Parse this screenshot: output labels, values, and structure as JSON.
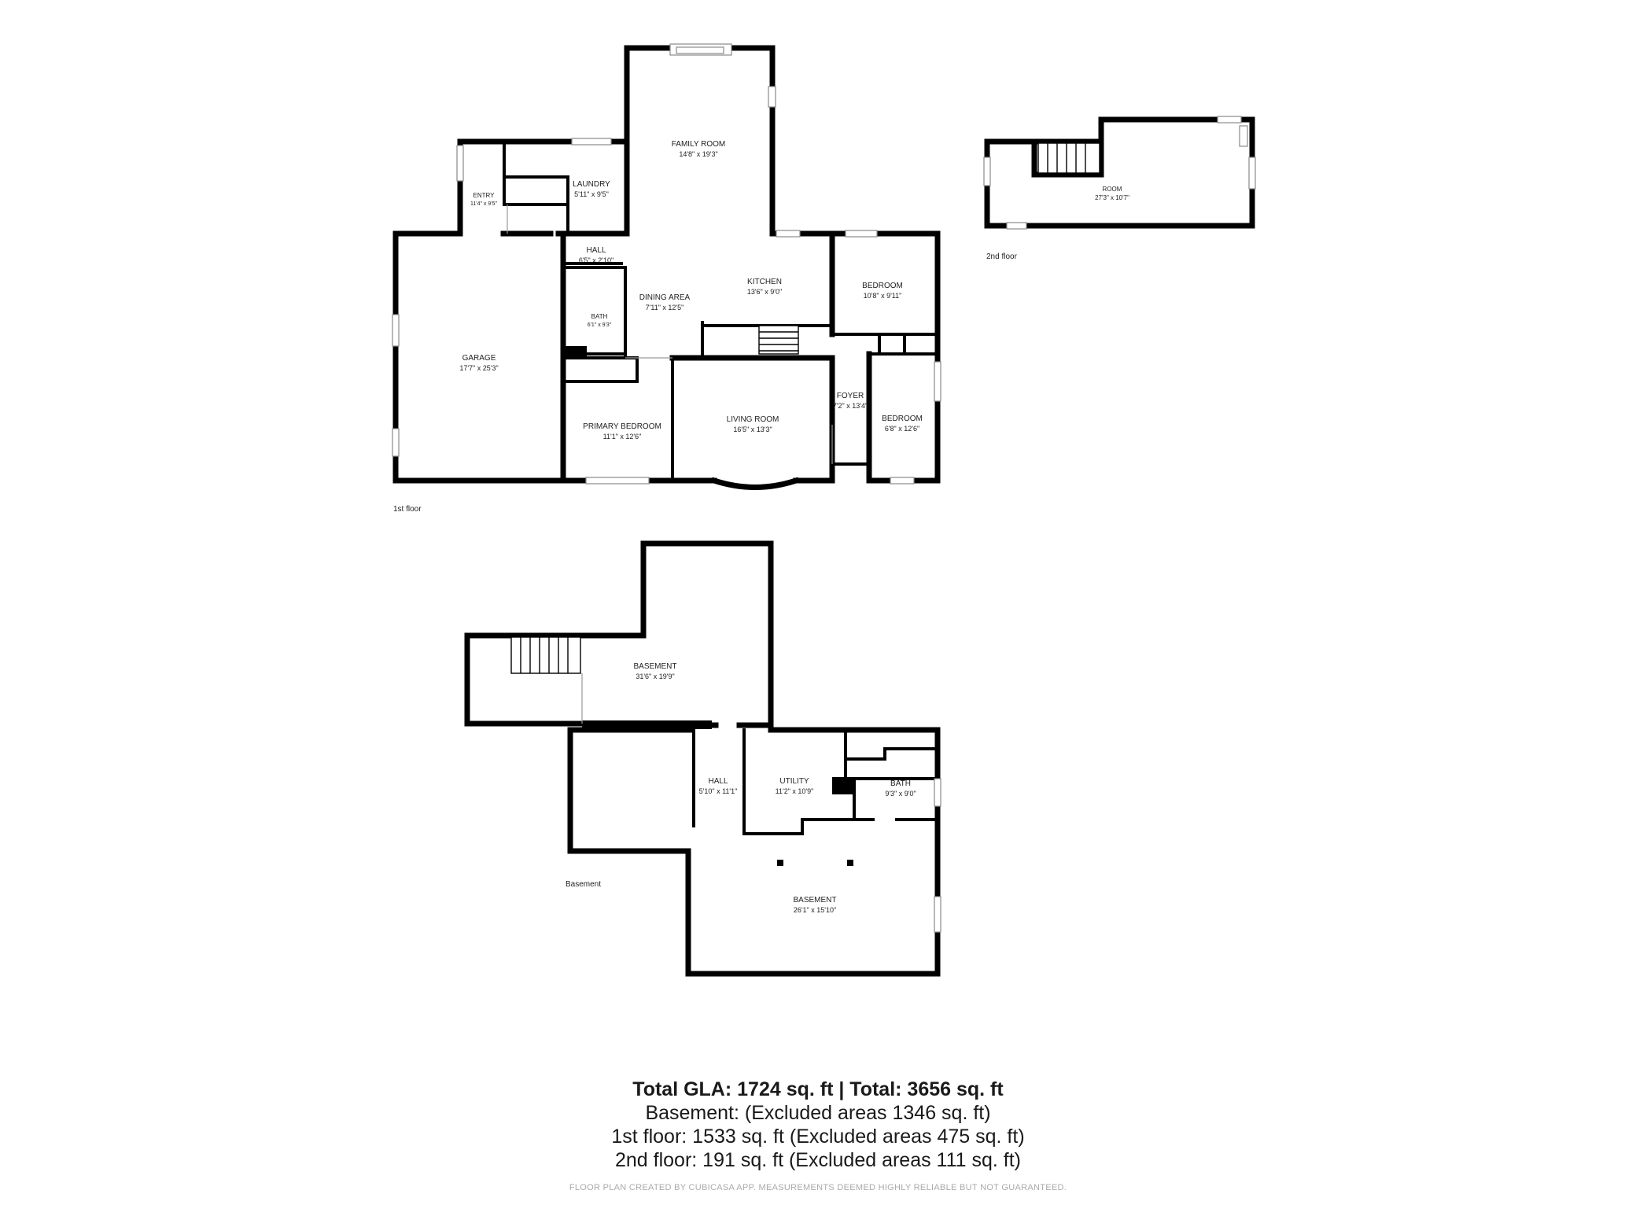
{
  "floors": {
    "first": {
      "label": "1st floor",
      "rooms": {
        "family_room": {
          "name": "FAMILY ROOM",
          "dim": "14'8\" x 19'3\""
        },
        "laundry": {
          "name": "LAUNDRY",
          "dim": "5'11\" x 9'5\""
        },
        "entry": {
          "name": "ENTRY",
          "dim": "11'4\" x 9'5\""
        },
        "hall": {
          "name": "HALL",
          "dim": "6'5\" x 2'10\""
        },
        "dining": {
          "name": "DINING AREA",
          "dim": "7'11\" x 12'5\""
        },
        "kitchen": {
          "name": "KITCHEN",
          "dim": "13'6\" x 9'0\""
        },
        "bedroom1": {
          "name": "BEDROOM",
          "dim": "10'8\" x 9'11\""
        },
        "bath": {
          "name": "BATH",
          "dim": "6'1\" x 9'3\""
        },
        "garage": {
          "name": "GARAGE",
          "dim": "17'7\" x 25'3\""
        },
        "primary": {
          "name": "PRIMARY BEDROOM",
          "dim": "11'1\" x 12'6\""
        },
        "living": {
          "name": "LIVING ROOM",
          "dim": "16'5\" x 13'3\""
        },
        "foyer": {
          "name": "FOYER",
          "dim": "7'2\" x 13'4\""
        },
        "bedroom2": {
          "name": "BEDROOM",
          "dim": "6'8\" x 12'6\""
        }
      }
    },
    "second": {
      "label": "2nd floor",
      "rooms": {
        "room": {
          "name": "ROOM",
          "dim": "27'3\" x 10'7\""
        }
      }
    },
    "basement": {
      "label": "Basement",
      "rooms": {
        "basement_main": {
          "name": "BASEMENT",
          "dim": "31'6\" x 19'9\""
        },
        "hall": {
          "name": "HALL",
          "dim": "5'10\" x 11'1\""
        },
        "utility": {
          "name": "UTILITY",
          "dim": "11'2\" x 10'9\""
        },
        "bath": {
          "name": "BATH",
          "dim": "9'3\" x 9'0\""
        },
        "basement_rec": {
          "name": "BASEMENT",
          "dim": "26'1\" x 15'10\""
        }
      }
    }
  },
  "summary": {
    "total": "Total GLA: 1724 sq. ft | Total: 3656 sq. ft",
    "basement": "Basement: (Excluded areas 1346 sq. ft)",
    "first": "1st floor: 1533 sq. ft (Excluded areas 475 sq. ft)",
    "second": "2nd floor: 191 sq. ft (Excluded areas 111 sq. ft)",
    "footer": "FLOOR PLAN CREATED BY CUBICASA APP. MEASUREMENTS DEEMED HIGHLY RELIABLE BUT NOT GUARANTEED."
  }
}
